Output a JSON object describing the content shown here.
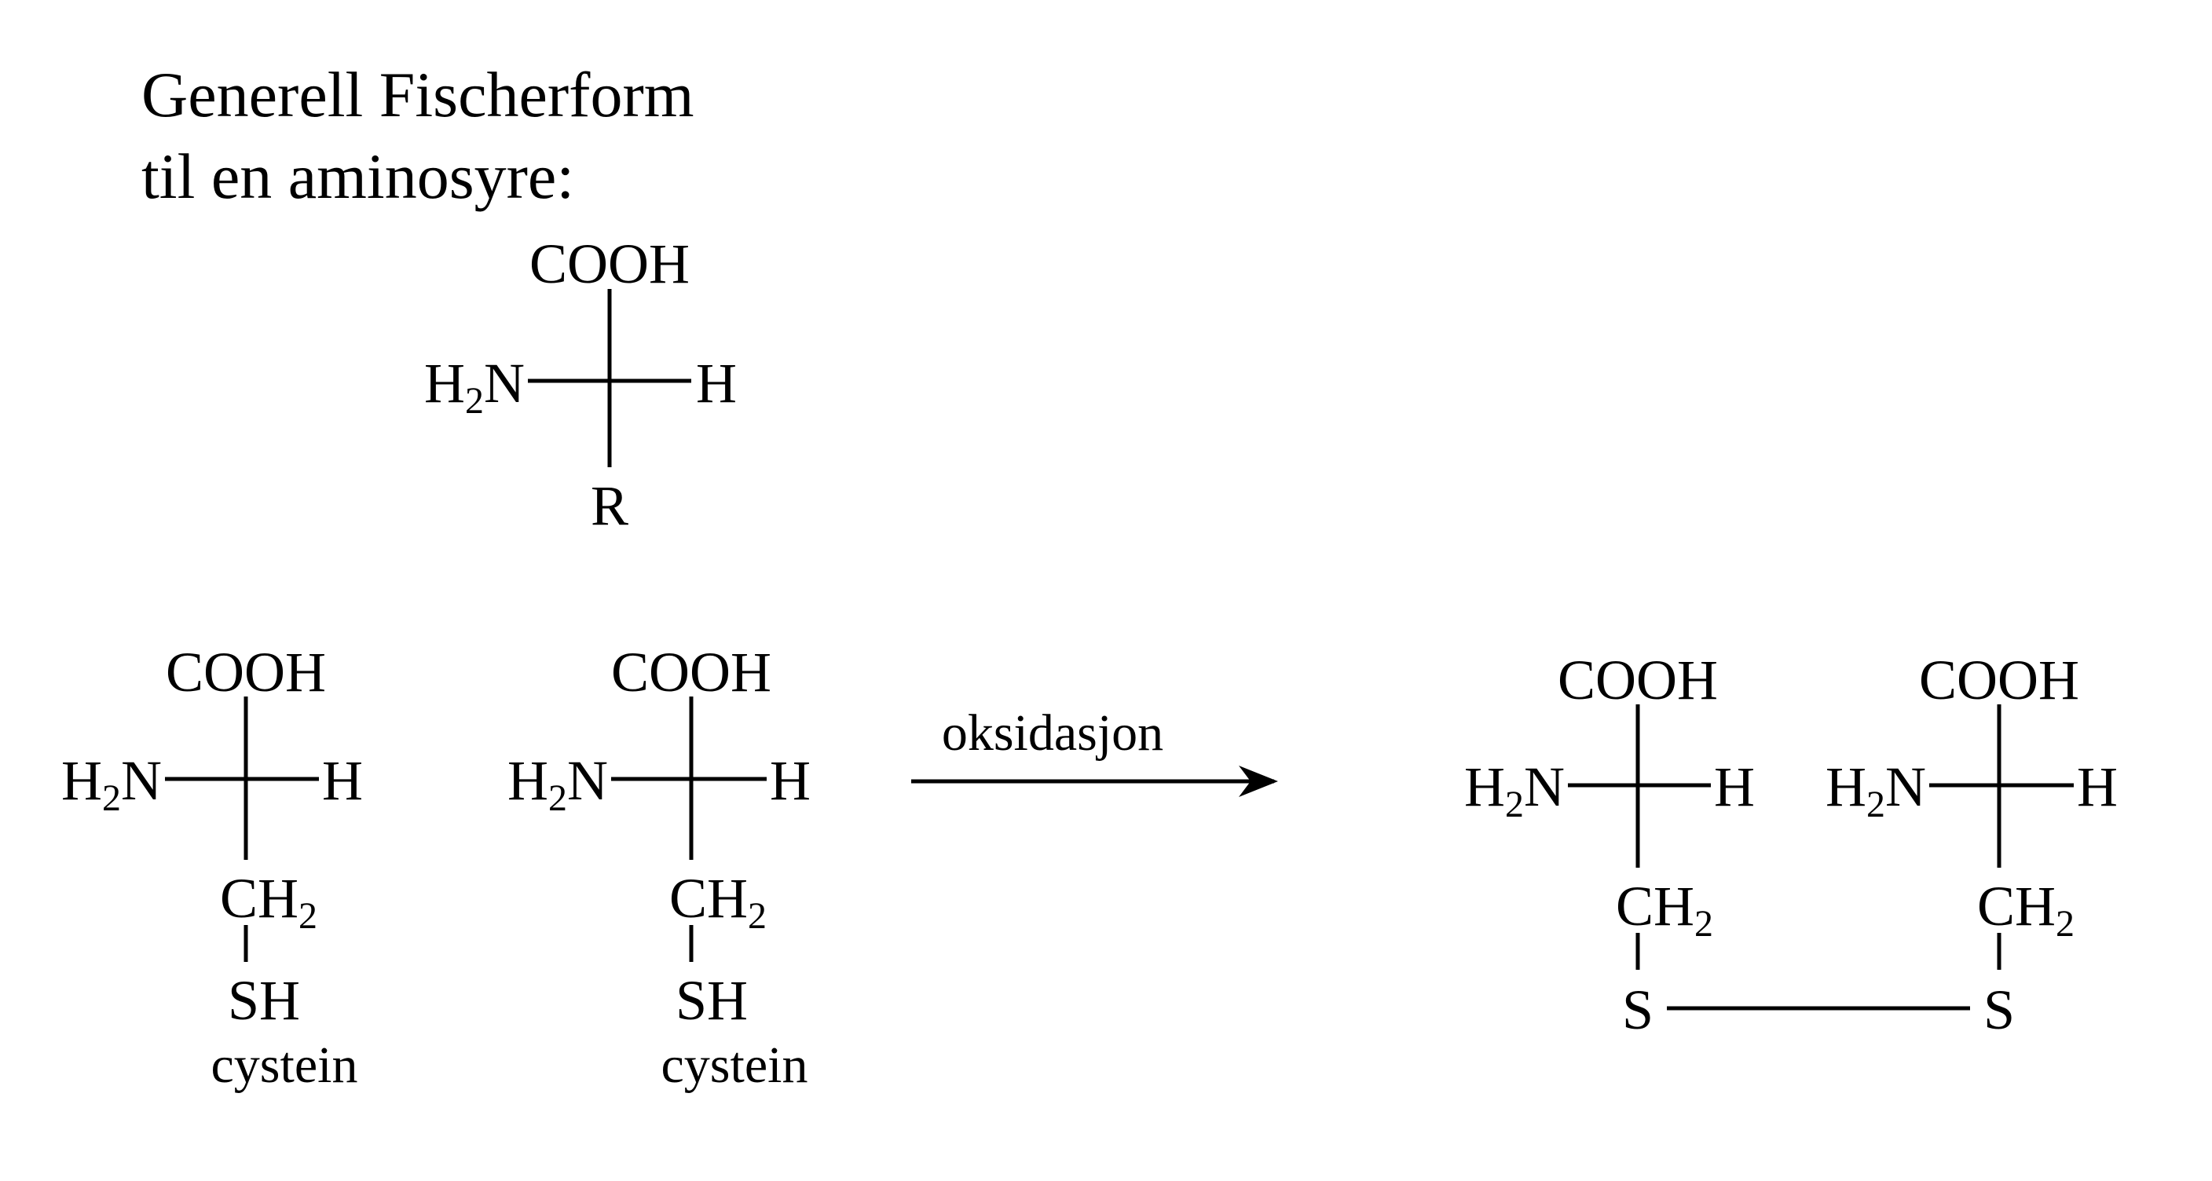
{
  "heading": {
    "line1": "Generell Fischerform",
    "line2": "til en aminosyre:"
  },
  "atoms": {
    "carboxyl": "COOH",
    "amino_h": "H",
    "amino_n": "N",
    "amino_subscript": "2",
    "hydrogen": "H",
    "side_chain": "R",
    "methylene_c": "C",
    "methylene_h": "H",
    "methylene_subscript": "2",
    "thiol": "SH",
    "sulfur": "S"
  },
  "labels": {
    "molecule_name": "cystein",
    "reaction": "oksidasjon"
  }
}
